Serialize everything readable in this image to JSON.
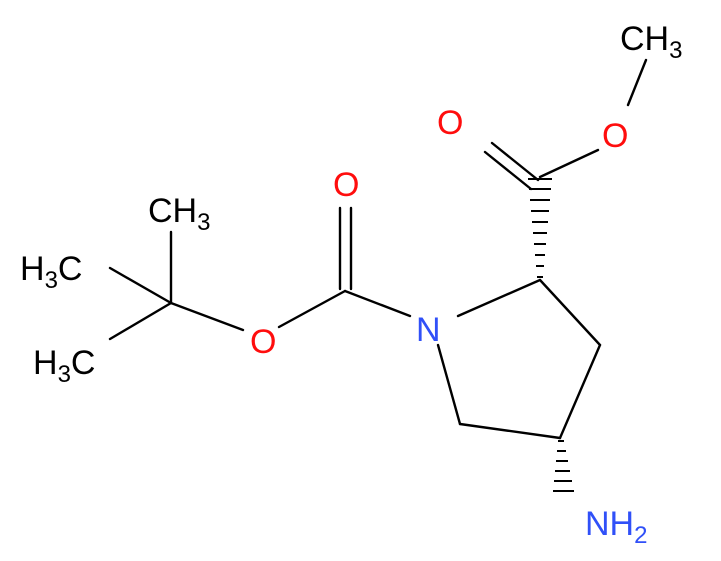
{
  "molecule": {
    "atoms": {
      "o_carbonyl_left": "O",
      "o_ester_left": "O",
      "n_ring": "N",
      "o_carbonyl_right": "O",
      "o_ester_right": "O",
      "ch3_top": {
        "main": "CH",
        "sub": "3"
      },
      "ch3_left_top": {
        "main": "CH",
        "sub": "3"
      },
      "ch3_left_mid": {
        "main": "H",
        "sub": "3",
        "tail": "C"
      },
      "ch3_left_bottom": {
        "main": "H",
        "sub": "3",
        "tail": "C"
      },
      "nh2": {
        "main": "NH",
        "sub": "2"
      }
    },
    "colors": {
      "oxygen": "#ff0d0d",
      "nitrogen": "#3050f8",
      "carbon": "#000000",
      "bond": "#000000"
    }
  }
}
